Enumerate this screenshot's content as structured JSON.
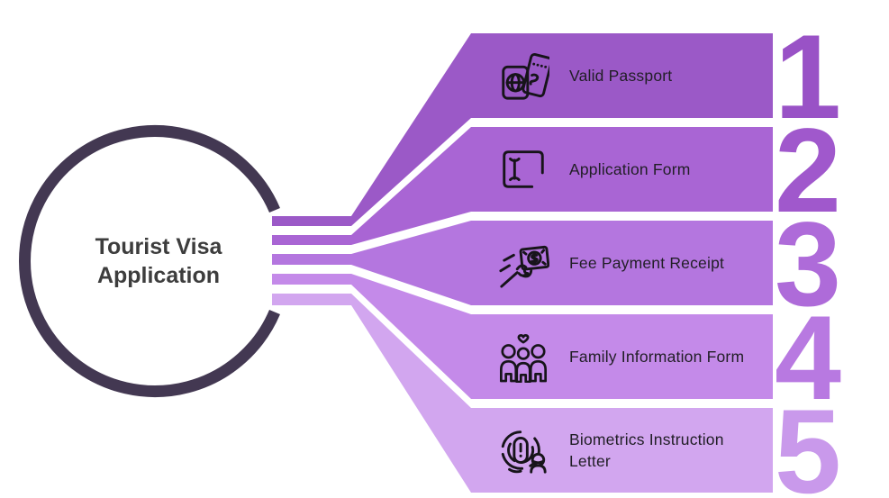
{
  "title": {
    "text": "Tourist Visa Application"
  },
  "items": [
    {
      "number": "1",
      "label": "Valid Passport",
      "icon": "passport-icon",
      "banner_color": "#9b59c7",
      "number_color": "#9952c6"
    },
    {
      "number": "2",
      "label": "Application Form",
      "icon": "text-cursor-field-icon",
      "banner_color": "#a965d4",
      "number_color": "#a058cc"
    },
    {
      "number": "3",
      "label": "Fee Payment Receipt",
      "icon": "money-payment-icon",
      "banner_color": "#b476df",
      "number_color": "#ae6bd9"
    },
    {
      "number": "4",
      "label": "Family Information Form",
      "icon": "family-icon",
      "banner_color": "#c48ae9",
      "number_color": "#b879e1"
    },
    {
      "number": "5",
      "label": "Biometrics Instruction Letter",
      "icon": "fingerprint-person-icon",
      "banner_color": "#d2a6ef",
      "number_color": "#c999eb"
    }
  ],
  "palette": {
    "ring": "#433852",
    "title_text": "#3d3d3d",
    "label_text": "#211e26",
    "icon_stroke": "#17141a",
    "number_outline": "#ffffff",
    "background": "#ffffff"
  }
}
